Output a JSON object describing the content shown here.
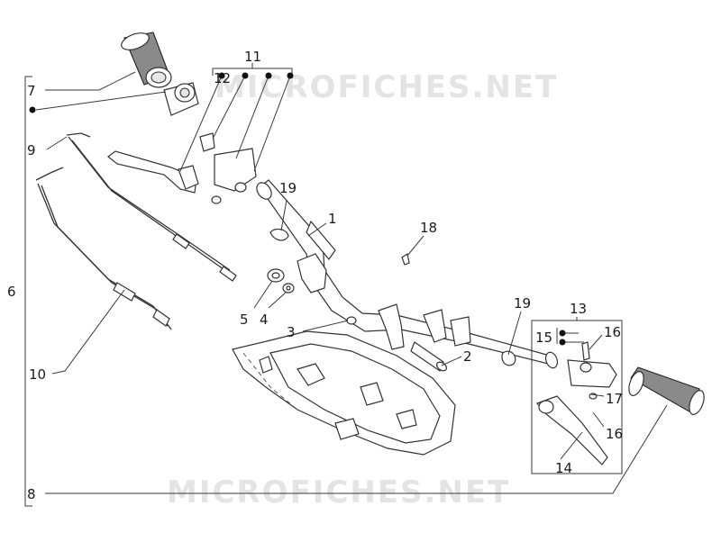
{
  "watermark": {
    "top": "MICROFICHES.NET",
    "bottom": "MICROFICHES.NET"
  },
  "callouts": {
    "c1": "1",
    "c2": "2",
    "c3": "3",
    "c4": "4",
    "c5": "5",
    "c6": "6",
    "c7": "7",
    "c8": "8",
    "c9": "9",
    "c10": "10",
    "c11": "11",
    "c12": "12",
    "c13": "13",
    "c14": "14",
    "c15": "15",
    "c16a": "16",
    "c16b": "16",
    "c17": "17",
    "c18": "18",
    "c19a": "19",
    "c19b": "19"
  },
  "parts": [
    "handlebar",
    "left-grip",
    "right-grip",
    "brake-lever-left",
    "brake-lever-right",
    "master-cylinder",
    "throttle-control",
    "throttle-cable",
    "brake-cable",
    "lever-bracket-right",
    "handlebar-cover-lower",
    "spacer",
    "washer",
    "screw"
  ],
  "colors": {
    "line": "#333333",
    "watermark": "#e4e4e4",
    "grip_dark": "#555555"
  }
}
